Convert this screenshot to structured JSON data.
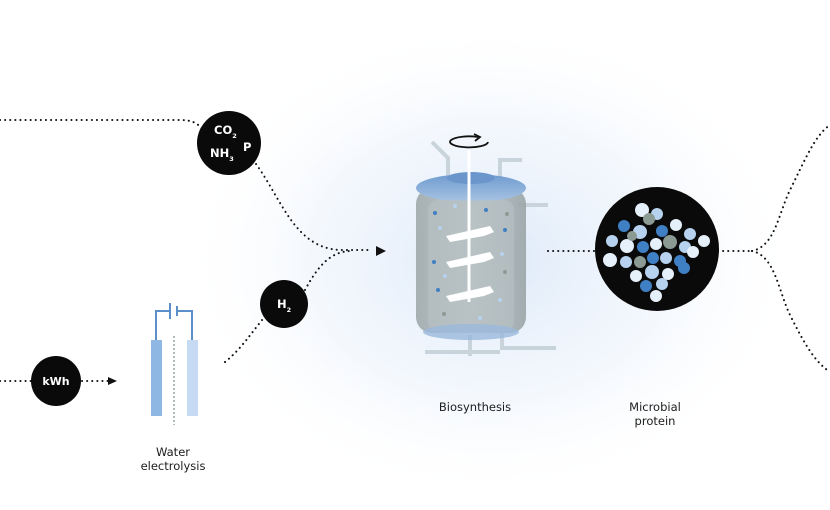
{
  "nodes": {
    "kwh": "kWh",
    "h2": {
      "base": "H",
      "sub": "2"
    },
    "nutrients": {
      "co2": {
        "base": "CO",
        "sub": "2"
      },
      "nh3": {
        "base": "NH",
        "sub": "3"
      },
      "p": "P"
    }
  },
  "labels": {
    "electrolysis_line1": "Water",
    "electrolysis_line2": "electrolysis",
    "biosynthesis": "Biosynthesis",
    "protein_line1": "Microbial",
    "protein_line2": "protein"
  },
  "colors": {
    "node_fill": "#0a0a0a",
    "electrode_dark": "#8fb7e3",
    "electrode_light": "#c6dbf3",
    "wire": "#5b8fc9",
    "reactor_body": "#a9b4b6",
    "reactor_top": "#8fb0d6",
    "dot_dark_blue": "#3f7fc4",
    "dot_light_blue": "#b6d2ee",
    "dot_grey_green": "#8c9a94",
    "dot_pale": "#e6f0fa",
    "glow": "#e4eefa"
  },
  "icons": [
    "rotation-arrow-icon",
    "arrowhead-icon",
    "battery-icon"
  ]
}
